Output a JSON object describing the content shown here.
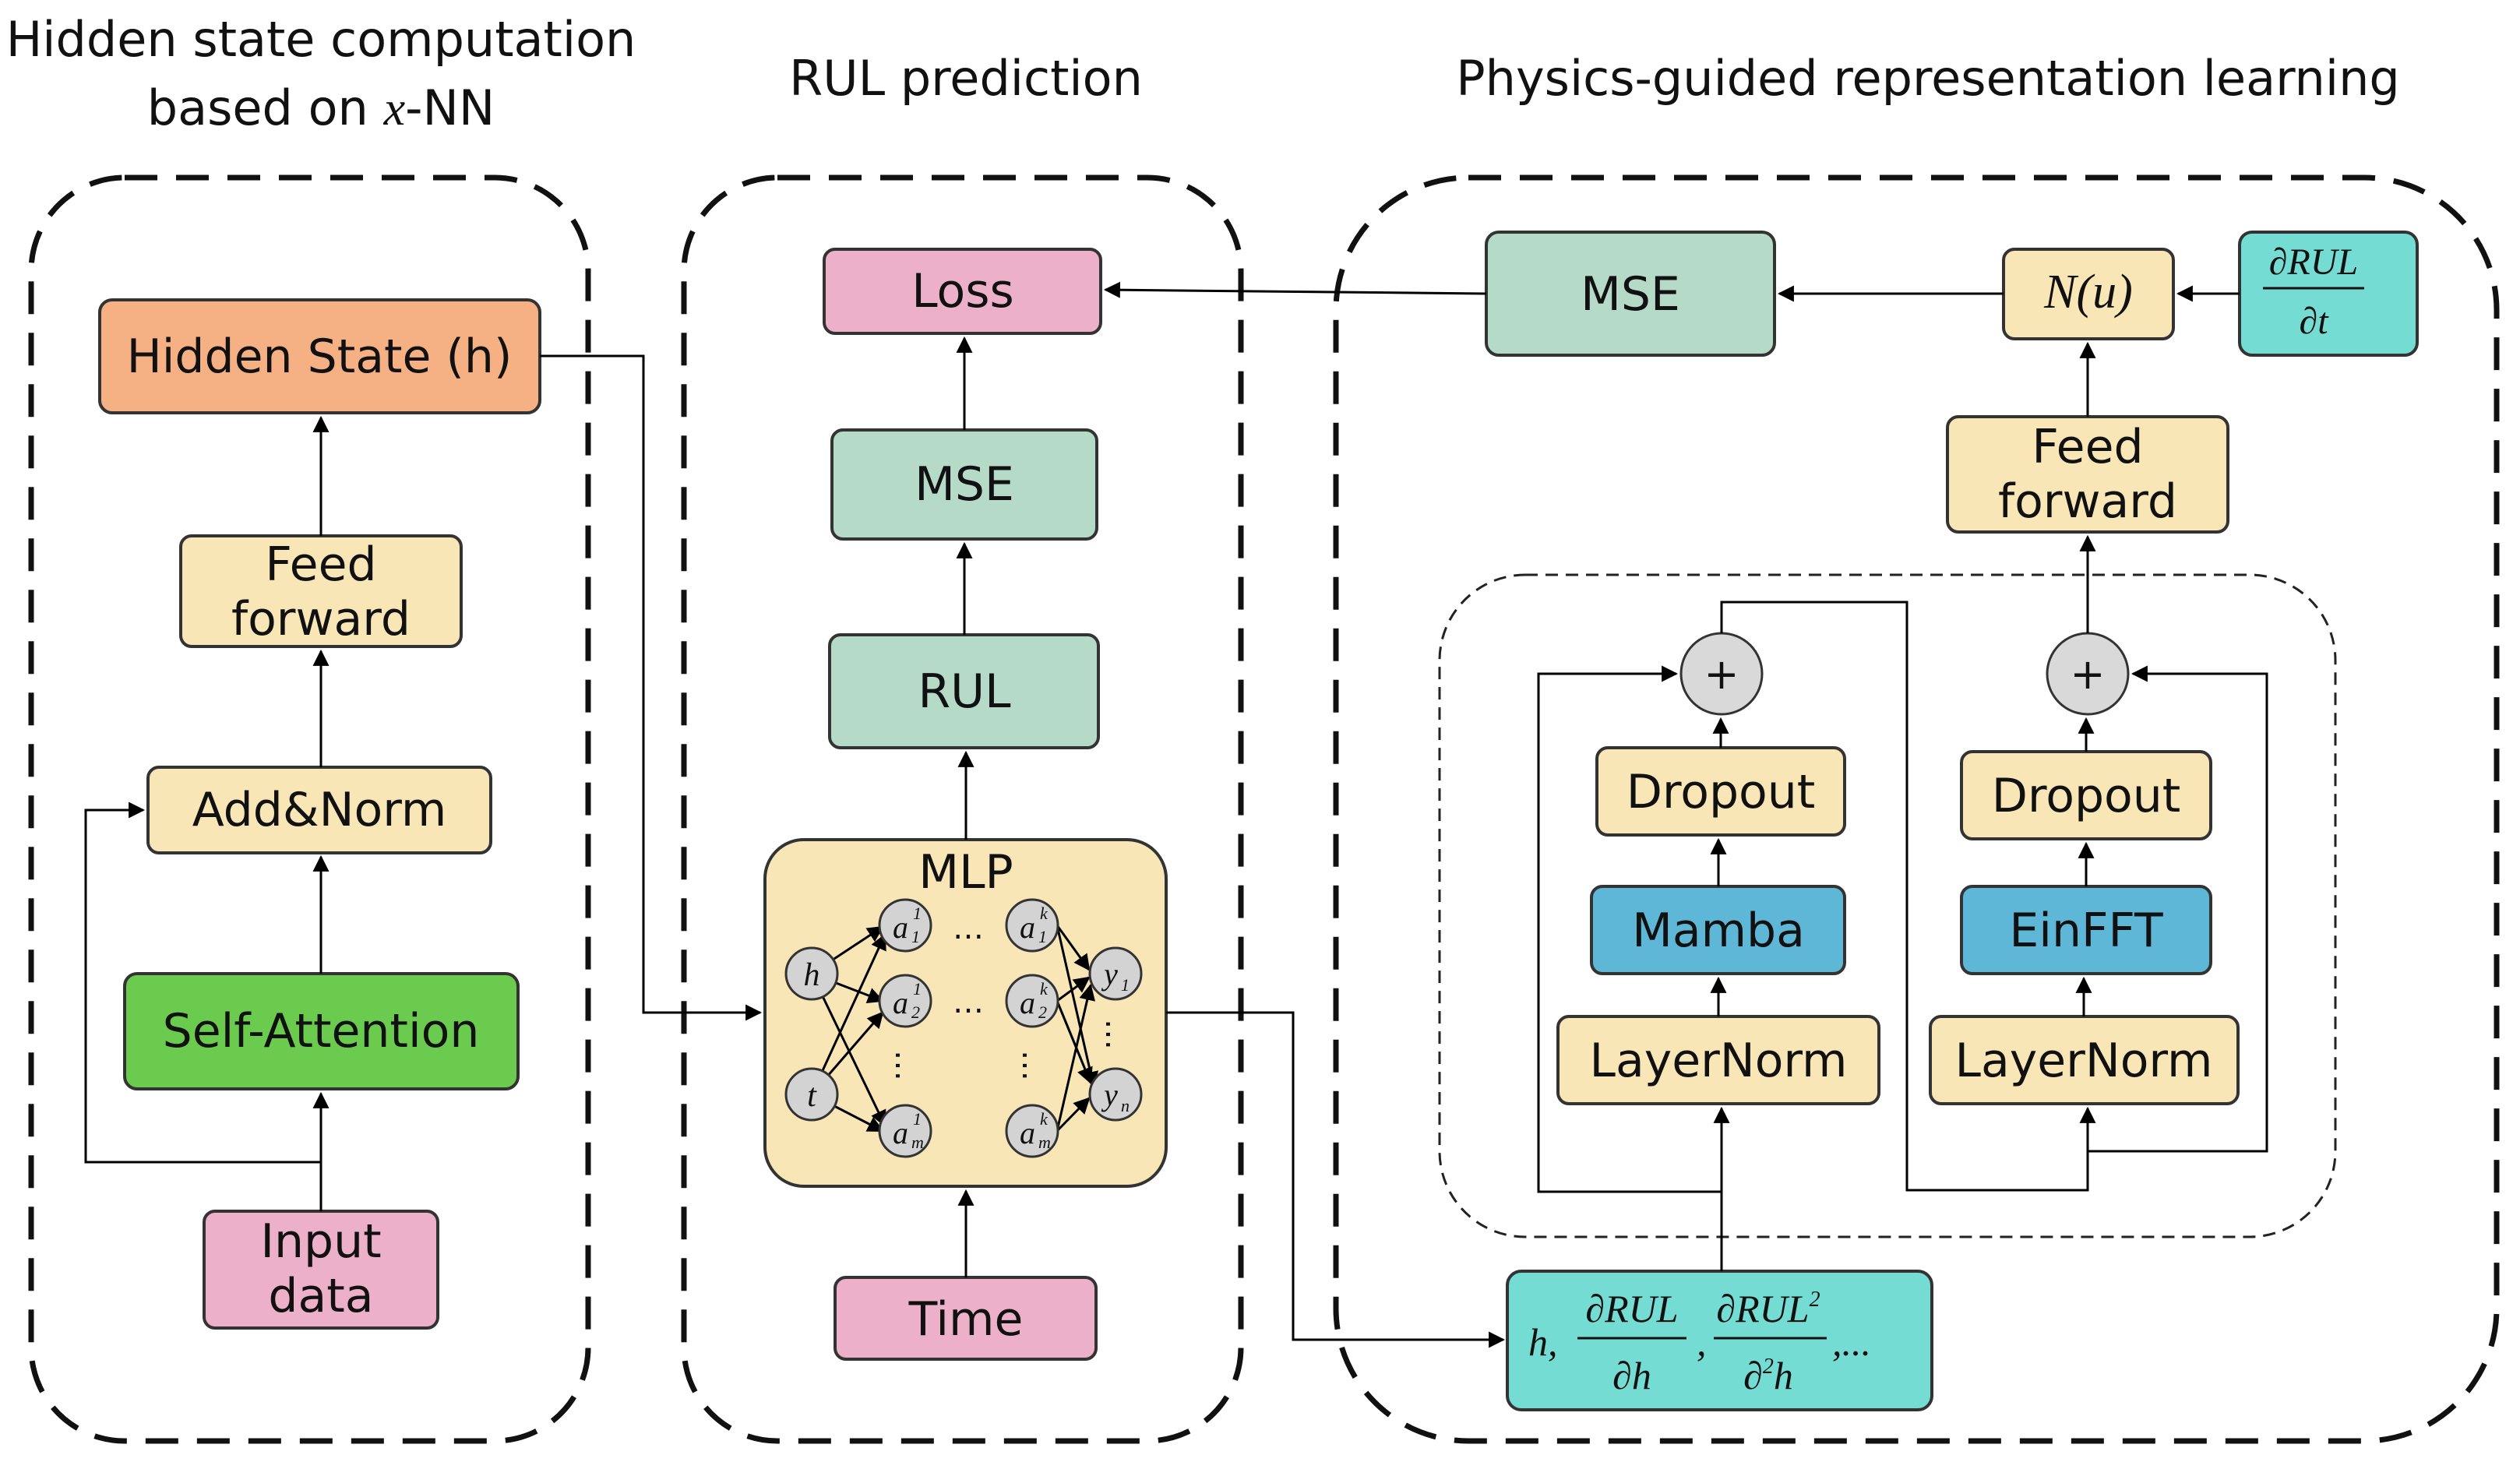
{
  "sections": {
    "left_title_line1": "Hidden state computation",
    "left_title_line2_prefix": "based on ",
    "left_title_line2_var": "x",
    "left_title_line2_suffix": "-NN",
    "middle_title": "RUL prediction",
    "right_title": "Physics-guided representation learning"
  },
  "left": {
    "hidden_state": "Hidden State (h)",
    "feed_forward_line1": "Feed",
    "feed_forward_line2": "forward",
    "add_norm": "Add&Norm",
    "self_attention": "Self-Attention",
    "input_line1": "Input",
    "input_line2": "data"
  },
  "middle": {
    "loss": "Loss",
    "mse": "MSE",
    "rul": "RUL",
    "mlp": "MLP",
    "time": "Time",
    "ellipsis": "…",
    "nodes": {
      "h": "h",
      "t": "t",
      "a": "a",
      "y": "y",
      "sup1": "1",
      "supk": "k",
      "sub1": "1",
      "sub2": "2",
      "subm": "m",
      "subn": "n"
    }
  },
  "right": {
    "mse": "MSE",
    "N_u": "N(u)",
    "partial_num": "∂RUL",
    "partial_den": "∂t",
    "feed_forward_line1": "Feed",
    "feed_forward_line2": "forward",
    "plus": "+",
    "dropout": "Dropout",
    "mamba": "Mamba",
    "layernorm": "LayerNorm",
    "einfft": "EinFFT",
    "bottom_h": "h,",
    "bottom_frac1_num": "∂RUL",
    "bottom_frac1_den": "∂h",
    "bottom_frac2_num": "∂RUL",
    "bottom_frac2_num_sup": "2",
    "bottom_frac2_den_pre": "∂",
    "bottom_frac2_den_sup": "2",
    "bottom_frac2_den_var": "h",
    "bottom_comma": ",",
    "bottom_tail": ",..."
  },
  "colors": {
    "orange": "#F5B183",
    "cream": "#F8E6B7",
    "green": "#6ACB4F",
    "pink": "#EDB0C9",
    "sage": "#B5DBC8",
    "blue": "#5EB7D6",
    "cyan": "#74DCD3",
    "node": "#D3D3D3",
    "plus": "#D9D9D9",
    "stroke": "#333333"
  }
}
